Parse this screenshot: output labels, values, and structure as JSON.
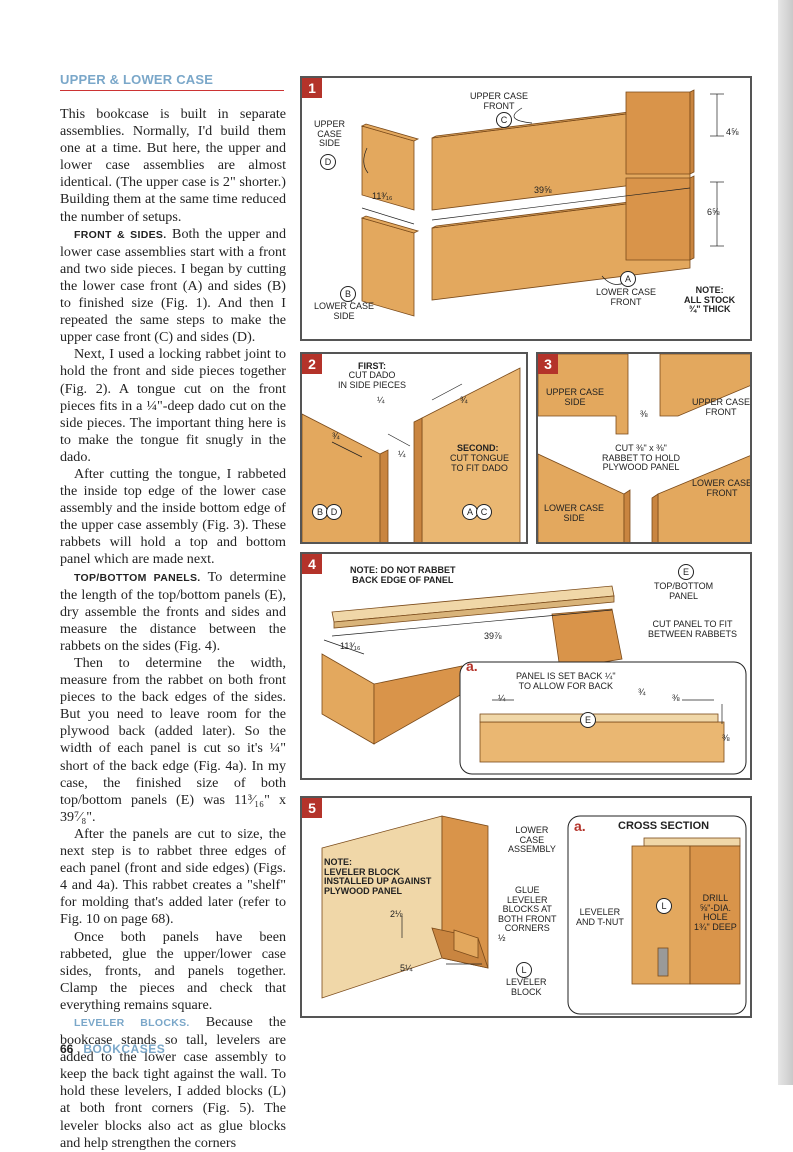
{
  "section": {
    "heading": "UPPER & LOWER CASE"
  },
  "body": {
    "intro": "This bookcase is built in separate assemblies. Normally, I'd build them one at a time. But here, the upper and lower case assemblies are almost identical. (The upper case is 2\" shorter.) Building them at the same time reduced the number of setups.",
    "front_sides_head": "FRONT & SIDES.",
    "front_sides": "Both the upper and lower case assemblies start with a front and two side pieces. I began by cutting the lower case front (A) and sides (B) to finished size (Fig. 1). And then I repeated the same steps to make the upper case front (C) and sides (D).",
    "p3": "Next, I used a locking rabbet joint to hold the front and side pieces together (Fig. 2). A tongue cut on the front pieces fits in a ¼\"-deep dado cut on the side pieces. The important thing here is to make the tongue fit snugly in the dado.",
    "p4": "After cutting the tongue, I rabbeted the inside top edge of the lower case assembly and the inside bottom edge of the upper case assembly (Fig. 3). These rabbets will hold a top and bottom panel which are made next.",
    "panels_head": "TOP/BOTTOM PANELS.",
    "panels": "To determine the length of the top/bottom panels (E), dry assemble the fronts and sides and measure the distance between the rabbets on the sides (Fig. 4).",
    "p6": "Then to determine the width, measure from the rabbet on both front pieces to the back edges of the sides. But you need to leave room for the plywood back (added later). So the width of each panel is cut so it's ¼\" short of the back edge (Fig. 4a). In my case, the finished size of both top/bottom panels (E) was 11³⁄₁₆\" x 39⁷⁄₈\".",
    "p7": "After the panels are cut to size, the next step is to rabbet three edges of each panel (front and side edges) (Figs. 4 and 4a). This rabbet creates a \"shelf\" for molding that's added later (refer to Fig. 10 on page 68).",
    "p8": "Once both panels have been rabbeted, glue the upper/lower case sides, fronts, and panels together. Clamp the pieces and check that everything remains square.",
    "levelers_head": "LEVELER BLOCKS.",
    "levelers": "Because the bookcase stands so tall, levelers are added to the lower case assembly to keep the back tight against the wall. To hold these levelers, I added blocks (L) at both front corners (Fig. 5). The leveler blocks also act as glue blocks and help strengthen the corners"
  },
  "footer": {
    "page": "66",
    "section": "BOOKCASES"
  },
  "figures": {
    "fig1": {
      "num": "1",
      "upper_case_front": "UPPER CASE\nFRONT",
      "upper_case_side": "UPPER\nCASE\nSIDE",
      "lower_case_side": "LOWER CASE\nSIDE",
      "lower_case_front": "LOWER CASE\nFRONT",
      "note": "NOTE:\nALL STOCK\n¾\" THICK",
      "dim_width": "39⅝",
      "dim_depth": "11³⁄₁₆",
      "dim_upper_h": "4⅝",
      "dim_lower_h": "6⅝",
      "c": "C",
      "d": "D",
      "a": "A",
      "b": "B"
    },
    "fig2": {
      "num": "2",
      "first": "FIRST:",
      "first_text": "CUT DADO\nIN SIDE PIECES",
      "second": "SECOND:",
      "second_text": "CUT TONGUE\nTO FIT DADO",
      "q1": "¼",
      "q2": "¾",
      "q3": "¾",
      "q4": "¼",
      "b": "B",
      "d": "D",
      "a": "A",
      "c": "C"
    },
    "fig3": {
      "num": "3",
      "upper_case_side": "UPPER CASE\nSIDE",
      "upper_case_front": "UPPER CASE\nFRONT",
      "cut": "CUT ⅜\" x ⅜\"\nRABBET TO HOLD\nPLYWOOD PANEL",
      "lower_case_front": "LOWER CASE\nFRONT",
      "lower_case_side": "LOWER CASE\nSIDE",
      "d38": "⅜"
    },
    "fig4": {
      "num": "4",
      "note": "NOTE: DO NOT RABBET\nBACK EDGE OF PANEL",
      "panel": "TOP/BOTTOM\nPANEL",
      "cut": "CUT PANEL TO FIT\nBETWEEN RABBETS",
      "dim_w": "39⅞",
      "dim_d": "11³⁄₁₆",
      "e": "E",
      "inset_label": "a.",
      "inset_text": "PANEL IS SET BACK ¼\"\nTO ALLOW FOR BACK",
      "i14": "¼",
      "i34": "¾",
      "i38a": "⅜",
      "i38b": "⅜"
    },
    "fig5": {
      "num": "5",
      "lower_case_assembly": "LOWER\nCASE\nASSEMBLY",
      "note": "NOTE:\nLEVELER BLOCK\nINSTALLED UP AGAINST\nPLYWOOD PANEL",
      "glue": "GLUE\nLEVELER\nBLOCKS AT\nBOTH FRONT\nCORNERS",
      "leveler_block": "LEVELER\nBLOCK",
      "d218": "2⅛",
      "d514": "5¼",
      "d12": "½",
      "l": "L",
      "inset_label": "a.",
      "cross_section": "CROSS SECTION",
      "leveler_tnut": "LEVELER\nAND T-NUT",
      "drill": "DRILL\n⅝\"-DIA.\nHOLE\n1¾\" DEEP",
      "l2": "L"
    }
  },
  "colors": {
    "accent": "#b4332a",
    "heading": "#7aa7c9",
    "wood": "#e3a85e",
    "wood_dark": "#c98540",
    "ply": "#f0d7a8"
  }
}
